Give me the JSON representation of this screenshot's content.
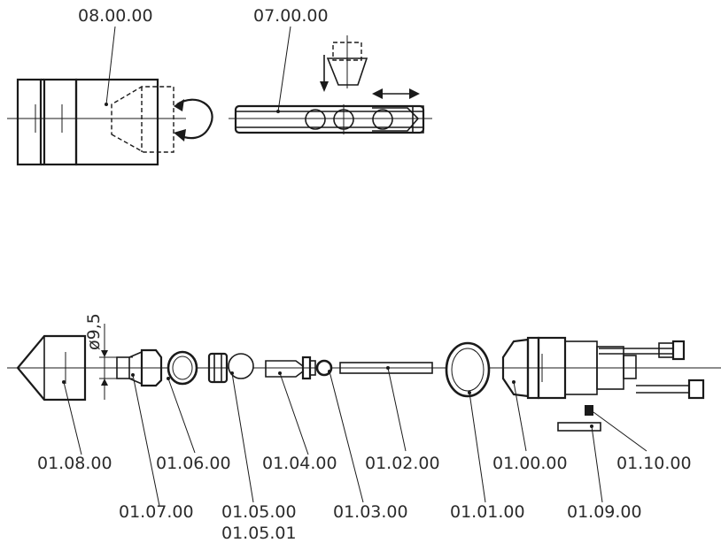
{
  "parts": {
    "p_08_00_00": "08.00.00",
    "p_07_00_00": "07.00.00",
    "p_01_08_00": "01.08.00",
    "p_01_07_00": "01.07.00",
    "p_01_06_00": "01.06.00",
    "p_01_05_00": "01.05.00",
    "p_01_05_01": "01.05.01",
    "p_01_04_00": "01.04.00",
    "p_01_03_00": "01.03.00",
    "p_01_02_00": "01.02.00",
    "p_01_01_00": "01.01.00",
    "p_01_00_00": "01.00.00",
    "p_01_10_00": "01.10.00",
    "p_01_09_00": "01.09.00"
  },
  "dimension": "ø9,5"
}
